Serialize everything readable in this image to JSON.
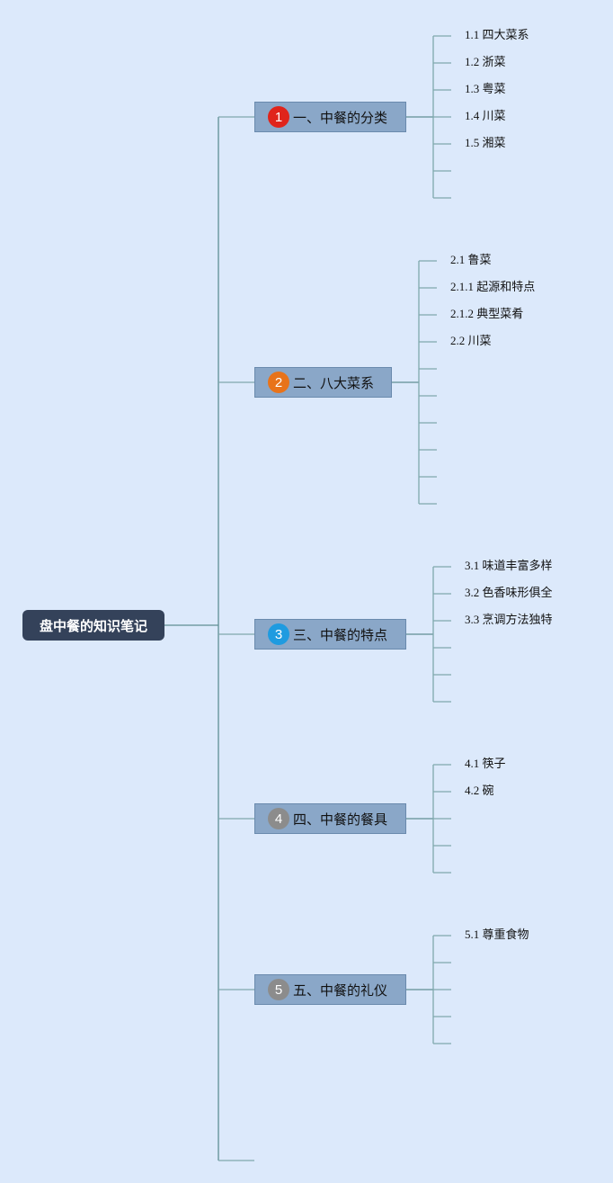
{
  "root": {
    "label": "盘中餐的知识笔记"
  },
  "colors": {
    "background": "#dce9fb",
    "root_bg": "#34425a",
    "topic_bg": "#8aa7c8",
    "line": "#5f8e94"
  },
  "topics": [
    {
      "num": "1",
      "badge_color": "#e0241b",
      "label": "一、中餐的分类",
      "children": [
        "1.1 四大菜系",
        "1.2 浙菜",
        "1.3 粤菜",
        "1.4 川菜",
        "1.5 湘菜",
        "",
        ""
      ]
    },
    {
      "num": "2",
      "badge_color": "#e8731a",
      "label": "二、八大菜系",
      "children": [
        "2.1 鲁菜",
        "2.1.1 起源和特点",
        "2.1.2 典型菜肴",
        "2.2 川菜",
        "",
        "",
        "",
        "",
        "",
        ""
      ]
    },
    {
      "num": "3",
      "badge_color": "#1f9be0",
      "label": "三、中餐的特点",
      "children": [
        "3.1 味道丰富多样",
        "3.2 色香味形俱全",
        "3.3 烹调方法独特",
        "",
        "",
        ""
      ]
    },
    {
      "num": "4",
      "badge_color": "#8c8c8c",
      "label": "四、中餐的餐具",
      "children": [
        "4.1 筷子",
        "4.2 碗",
        "",
        "",
        ""
      ]
    },
    {
      "num": "5",
      "badge_color": "#8c8c8c",
      "label": "五、中餐的礼仪",
      "children": [
        "5.1 尊重食物",
        "",
        "",
        "",
        ""
      ]
    }
  ]
}
